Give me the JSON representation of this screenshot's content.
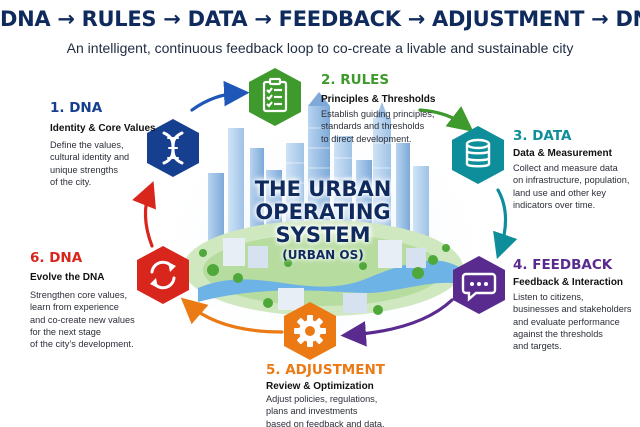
{
  "header": {
    "title": "DNA → RULES → DATA → FEEDBACK → ADJUSTMENT → DNA",
    "subtitle": "An intelligent, continuous feedback loop to co-create a livable and sustainable city"
  },
  "center": {
    "line1": "THE URBAN",
    "line2": "OPERATING SYSTEM",
    "line3": "(URBAN OS)"
  },
  "colors": {
    "navy": "#0f2a5c",
    "dna": "#163f8f",
    "rules": "#3e9a2c",
    "data": "#0e8e9a",
    "feedback": "#5a2b8e",
    "adjustment": "#ec7a14",
    "evolve": "#d9261c"
  },
  "steps": [
    {
      "id": "dna",
      "title": "1. DNA",
      "subtitle": "Identity & Core Values",
      "description": [
        "Define the values,",
        "cultural identity and",
        "unique strengths",
        "of the city."
      ],
      "icon": "dna-helix-icon",
      "color": "#163f8f"
    },
    {
      "id": "rules",
      "title": "2. RULES",
      "subtitle": "Principles & Thresholds",
      "description": [
        "Establish guiding principles,",
        "standards and thresholds",
        "to direct development."
      ],
      "icon": "clipboard-checklist-icon",
      "color": "#3e9a2c"
    },
    {
      "id": "data",
      "title": "3. DATA",
      "subtitle": "Data & Measurement",
      "description": [
        "Collect and measure data",
        "on infrastructure, population,",
        "land use and other key",
        "indicators over time."
      ],
      "icon": "database-icon",
      "color": "#0e8e9a"
    },
    {
      "id": "feedback",
      "title": "4. FEEDBACK",
      "subtitle": "Feedback & Interaction",
      "description": [
        "Listen to citizens,",
        "businesses and stakeholders",
        "and evaluate performance",
        "against the thresholds",
        "and targets."
      ],
      "icon": "chat-bubble-icon",
      "color": "#5a2b8e"
    },
    {
      "id": "adjustment",
      "title": "5. ADJUSTMENT",
      "subtitle": "Review & Optimization",
      "description": [
        "Adjust policies, regulations,",
        "plans and investments",
        "based on feedback and data."
      ],
      "icon": "gear-icon",
      "color": "#ec7a14"
    },
    {
      "id": "evolve",
      "title": "6. DNA",
      "subtitle": "Evolve the DNA",
      "description": [
        "Strengthen core values,",
        "learn from experience",
        "and co-create new values",
        "for the next stage",
        "of the city’s development."
      ],
      "icon": "refresh-cycle-icon",
      "color": "#d9261c"
    }
  ]
}
